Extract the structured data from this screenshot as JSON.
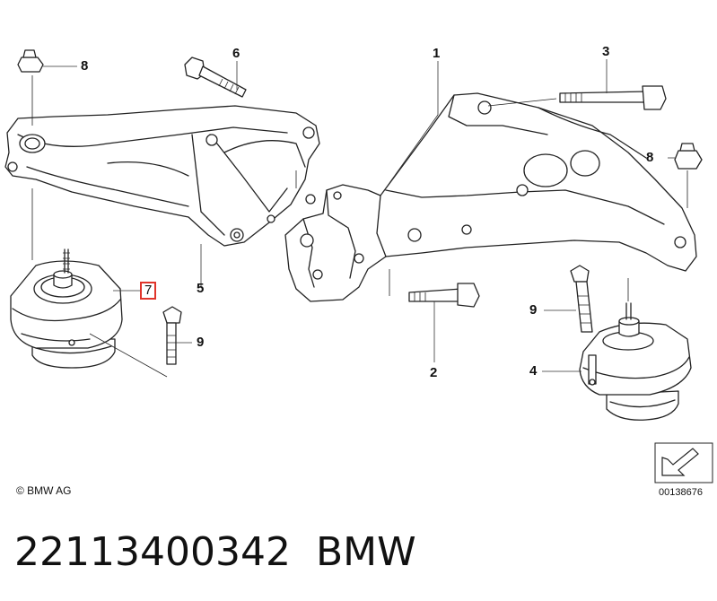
{
  "callouts": [
    {
      "id": "1",
      "label": "1"
    },
    {
      "id": "2",
      "label": "2"
    },
    {
      "id": "3",
      "label": "3"
    },
    {
      "id": "4",
      "label": "4"
    },
    {
      "id": "5",
      "label": "5"
    },
    {
      "id": "6",
      "label": "6"
    },
    {
      "id": "7",
      "label": "7"
    },
    {
      "id": "8a",
      "label": "8"
    },
    {
      "id": "8b",
      "label": "8"
    },
    {
      "id": "9a",
      "label": "9"
    },
    {
      "id": "9b",
      "label": "9"
    }
  ],
  "copyright": "© BMW AG",
  "drawing_number": "00138676",
  "part_number": "22113400342",
  "brand": "BMW",
  "highlight_color": "#e0352b"
}
